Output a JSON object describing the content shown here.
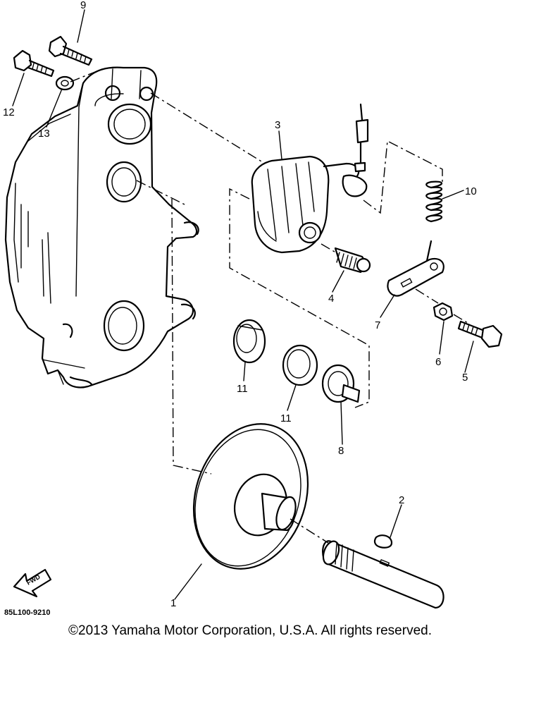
{
  "diagram": {
    "parts": [
      {
        "id": "p1",
        "label": "1"
      },
      {
        "id": "p2",
        "label": "2"
      },
      {
        "id": "p3",
        "label": "3"
      },
      {
        "id": "p4",
        "label": "4"
      },
      {
        "id": "p5",
        "label": "5"
      },
      {
        "id": "p6",
        "label": "6"
      },
      {
        "id": "p7",
        "label": "7"
      },
      {
        "id": "p8",
        "label": "8"
      },
      {
        "id": "p9",
        "label": "9"
      },
      {
        "id": "p10",
        "label": "10"
      },
      {
        "id": "p11a",
        "label": "11"
      },
      {
        "id": "p11b",
        "label": "11"
      },
      {
        "id": "p12",
        "label": "12"
      },
      {
        "id": "p13",
        "label": "13"
      }
    ],
    "fwd_label": "FWD",
    "diagram_code": "85L100-9210"
  },
  "footer": {
    "copyright": "©2013 Yamaha Motor Corporation, U.S.A. All rights reserved."
  }
}
